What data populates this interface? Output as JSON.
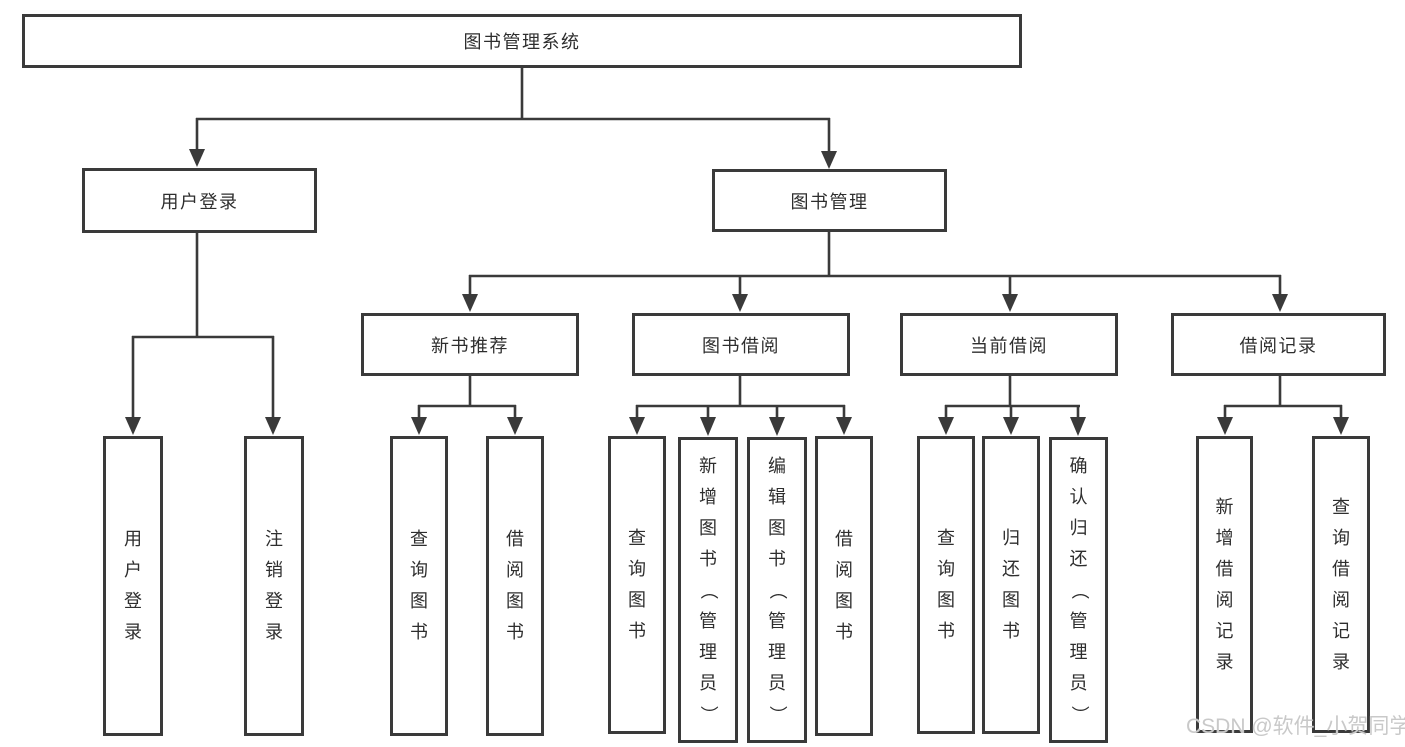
{
  "diagram": {
    "root": {
      "label": "图书管理系统",
      "children": [
        {
          "label": "用户登录",
          "children": [
            {
              "label": "用户登录"
            },
            {
              "label": "注销登录"
            }
          ]
        },
        {
          "label": "图书管理",
          "children": [
            {
              "label": "新书推荐",
              "children": [
                {
                  "label": "查询图书"
                },
                {
                  "label": "借阅图书"
                }
              ]
            },
            {
              "label": "图书借阅",
              "children": [
                {
                  "label": "查询图书"
                },
                {
                  "label": "新增图书（管理员）"
                },
                {
                  "label": "编辑图书（管理员）"
                },
                {
                  "label": "借阅图书"
                }
              ]
            },
            {
              "label": "当前借阅",
              "children": [
                {
                  "label": "查询图书"
                },
                {
                  "label": "归还图书"
                },
                {
                  "label": "确认归还（管理员）"
                }
              ]
            },
            {
              "label": "借阅记录",
              "children": [
                {
                  "label": "新增借阅记录"
                },
                {
                  "label": "查询借阅记录"
                }
              ]
            }
          ]
        }
      ]
    },
    "watermark": "CSDN @软件_小贺同学",
    "colors": {
      "line": "#3a3a3a",
      "text": "#2e2e2e",
      "watermark": "#c9c9c9",
      "background": "#ffffff"
    }
  }
}
